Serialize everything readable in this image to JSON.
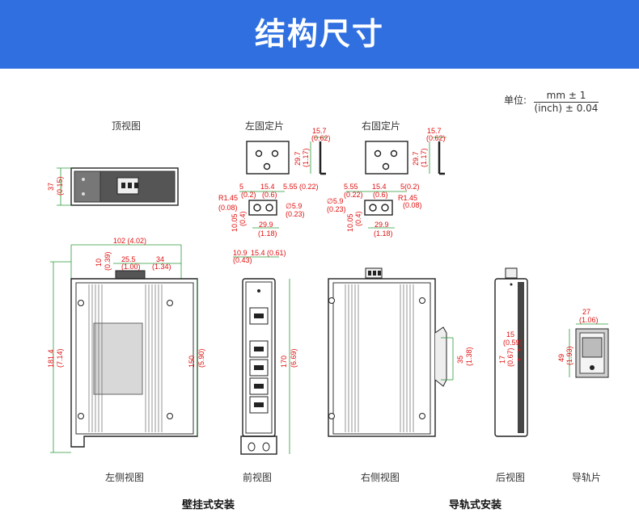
{
  "header": {
    "title": "结构尺寸"
  },
  "unit": {
    "label": "单位:",
    "numerator": "mm ± 1",
    "denominator": "(inch) ± 0.04"
  },
  "views": {
    "top": "顶视图",
    "left_bracket": "左固定片",
    "right_bracket": "右固定片",
    "left_side": "左侧视图",
    "front": "前视图",
    "right_side": "右侧视图",
    "rear": "后视图",
    "rail_clip": "导轨片"
  },
  "sections": {
    "wall_mount": "壁挂式安装",
    "din_rail": "导轨式安装"
  },
  "dims": {
    "top_h": "37",
    "top_h_in": "(0.15)",
    "lb_w": "15.7",
    "lb_w_in": "(0.62)",
    "lb_h": "29.7",
    "lb_h_in": "(1.17)",
    "rb_w": "15.7",
    "rb_w_in": "(0.62)",
    "rb_h": "29.7",
    "rb_h_in": "(1.17)",
    "lb_a": "5",
    "lb_a_in": "(0.2)",
    "lb_b": "15.4",
    "lb_b_in": "(0.6)",
    "lb_c": "5.55 (0.22)",
    "lb_r": "R1.45",
    "lb_r_in": "(0.08)",
    "lb_hole": "∅5.9",
    "lb_hole_in": "(0.23)",
    "lb_v": "10.05",
    "lb_v_in": "(0.4)",
    "lb_span": "29.9",
    "lb_span_in": "(1.18)",
    "rb_a": "5.55",
    "rb_a_in": "(0.22)",
    "rb_b": "15.4",
    "rb_b_in": "(0.6)",
    "rb_c": "5(0.2)",
    "rb_r": "R1.45",
    "rb_r_in": "(0.08)",
    "rb_hole": "∅5.9",
    "rb_hole_in": "(0.23)",
    "rb_v": "10.05",
    "rb_v_in": "(0.4)",
    "rb_span": "29.9",
    "rb_span_in": "(1.18)",
    "ls_w": "102 (4.02)",
    "ls_a": "10",
    "ls_a_in": "(0.39)",
    "ls_b": "25.5",
    "ls_b_in": "(1.00)",
    "ls_c": "34",
    "ls_c_in": "(1.34)",
    "ls_h": "181.4",
    "ls_h_in": "(7.14)",
    "ls_h2": "150",
    "ls_h2_in": "(5.90)",
    "fv_a": "10.9",
    "fv_a_in": "(0.43)",
    "fv_b": "15.4 (0.61)",
    "fv_h": "170",
    "fv_h_in": "(6.69)",
    "rs_h": "35",
    "rs_h_in": "(1.38)",
    "rv_a": "15",
    "rv_a_in": "(0.59)",
    "rv_b": "17",
    "rv_b_in": "(0.67)",
    "rc_w": "27",
    "rc_w_in": "(1.06)",
    "rc_h": "49",
    "rc_h_in": "(1.93)"
  }
}
